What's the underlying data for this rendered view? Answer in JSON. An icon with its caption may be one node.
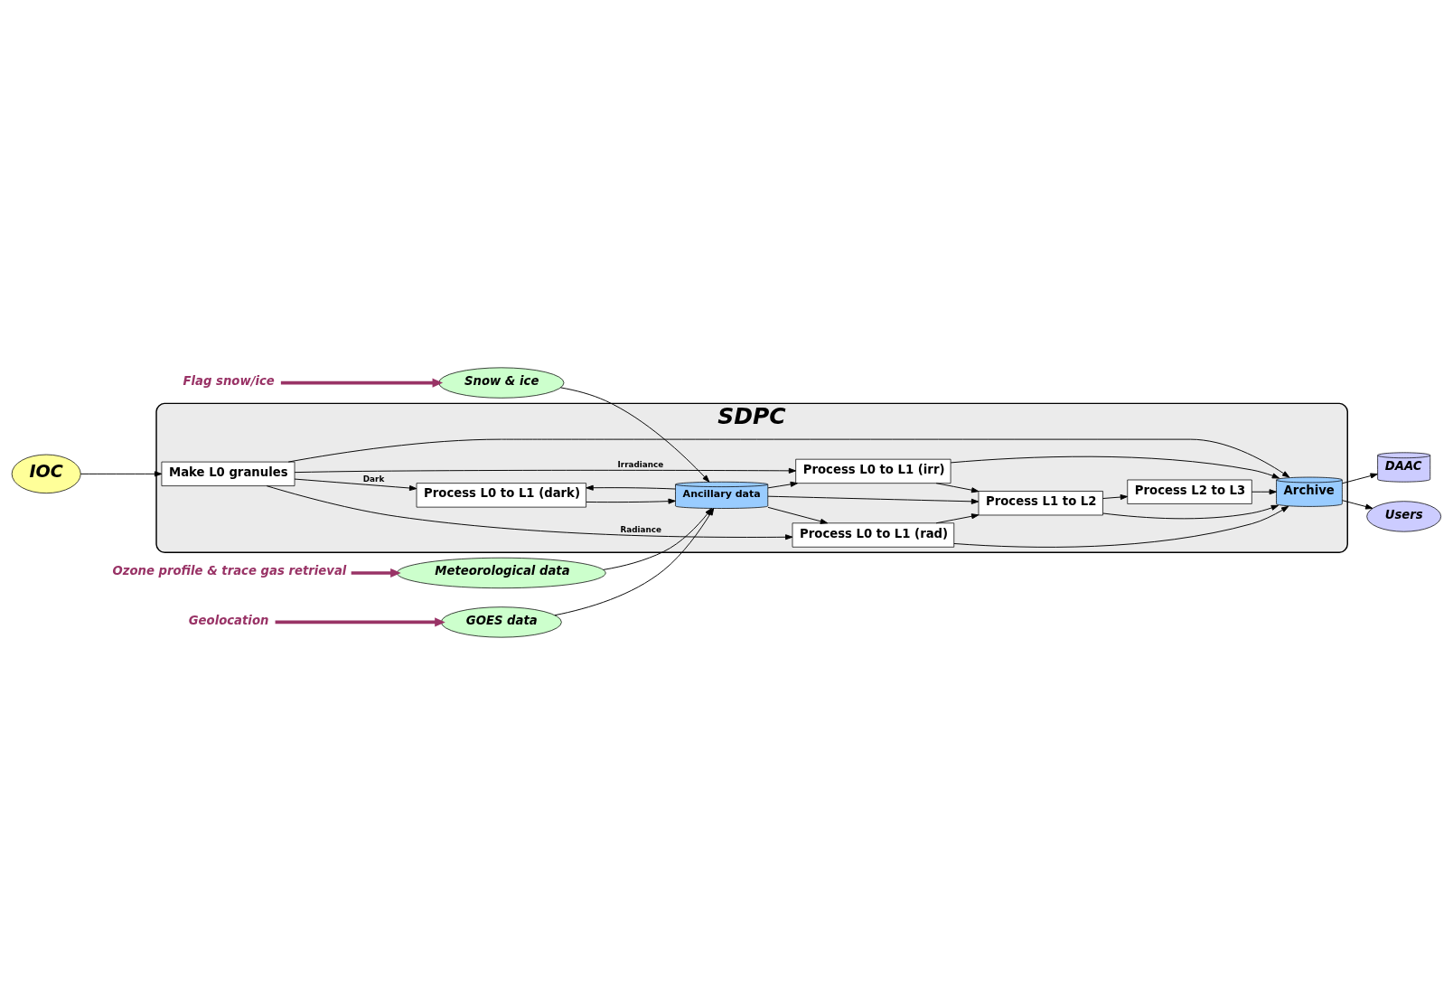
{
  "diagram": {
    "nodes": [
      {
        "text": [
          "SDPC"
        ]
      },
      {
        "text": [
          "IOC"
        ]
      },
      {
        "text": [
          "Make L0 granules"
        ],
        "in": 0
      },
      {
        "text": [
          "Process L0 to L1 (rad)"
        ],
        "in": 0
      },
      {
        "text": [
          "Process L1 to L2"
        ],
        "in": 0
      },
      {
        "text": [
          "Process L2 to L3"
        ],
        "in": 0
      },
      {
        "text": [
          "Archive"
        ],
        "in": 0
      },
      {
        "text": [
          "Process L0 to L1 (irr)"
        ],
        "in": 0
      },
      {
        "text": [
          "Process L0 to L1 (dark)"
        ],
        "in": 0
      },
      {
        "text": [
          "Ancillary data"
        ],
        "in": 0
      },
      {
        "text": [
          "DAAC"
        ]
      },
      {
        "text": [
          "Users"
        ]
      },
      {
        "text": [
          "Snow & ice"
        ]
      },
      {
        "text": [
          "Meteorological data"
        ]
      },
      {
        "text": [
          "GOES data"
        ]
      },
      {
        "text": [
          "Flag snow/ice"
        ]
      },
      {
        "text": [
          "Geolocation"
        ]
      },
      {
        "text": [
          "Ozone profile & trace gas retrieval"
        ]
      }
    ],
    "edges": [
      {
        "from": 1,
        "to": 2,
        "arrow": "to"
      },
      {
        "from": 2,
        "to": 3,
        "arrow": "to",
        "label": "Radiance"
      },
      {
        "from": 2,
        "to": 7,
        "arrow": "to",
        "label": "Irradiance"
      },
      {
        "from": 2,
        "to": 8,
        "arrow": "to",
        "label": "Dark"
      },
      {
        "from": 2,
        "to": 6,
        "arrow": "to"
      },
      {
        "from": 3,
        "to": 6,
        "arrow": "to"
      },
      {
        "from": 4,
        "to": 6,
        "arrow": "to"
      },
      {
        "from": 3,
        "to": 4,
        "arrow": "to"
      },
      {
        "from": 4,
        "to": 5,
        "arrow": "to"
      },
      {
        "from": 5,
        "to": 6,
        "arrow": "to"
      },
      {
        "from": 7,
        "to": 4,
        "arrow": "to"
      },
      {
        "from": 7,
        "to": 6,
        "arrow": "to"
      },
      {
        "from": 6,
        "to": 10,
        "arrow": "to"
      },
      {
        "from": 6,
        "to": 11,
        "arrow": "to"
      },
      {
        "from": 8,
        "to": 9,
        "arrow": "to"
      },
      {
        "from": 9,
        "to": 8,
        "arrow": "to"
      },
      {
        "from": 9,
        "to": 3,
        "arrow": "to"
      },
      {
        "from": 9,
        "to": 7,
        "arrow": "to"
      },
      {
        "from": 9,
        "to": 4,
        "arrow": "to"
      },
      {
        "from": 12,
        "to": 9,
        "arrow": "to"
      },
      {
        "from": 13,
        "to": 9,
        "arrow": "to"
      },
      {
        "from": 14,
        "to": 9,
        "arrow": "to"
      },
      {
        "from": 15,
        "to": 12,
        "arrow": "to",
        "style": "thick",
        "color": "#993366"
      },
      {
        "from": 16,
        "to": 14,
        "arrow": "to",
        "style": "thick",
        "color": "#993366"
      },
      {
        "from": 17,
        "to": 13,
        "arrow": "to",
        "style": "thick",
        "color": "#993366"
      }
    ]
  }
}
